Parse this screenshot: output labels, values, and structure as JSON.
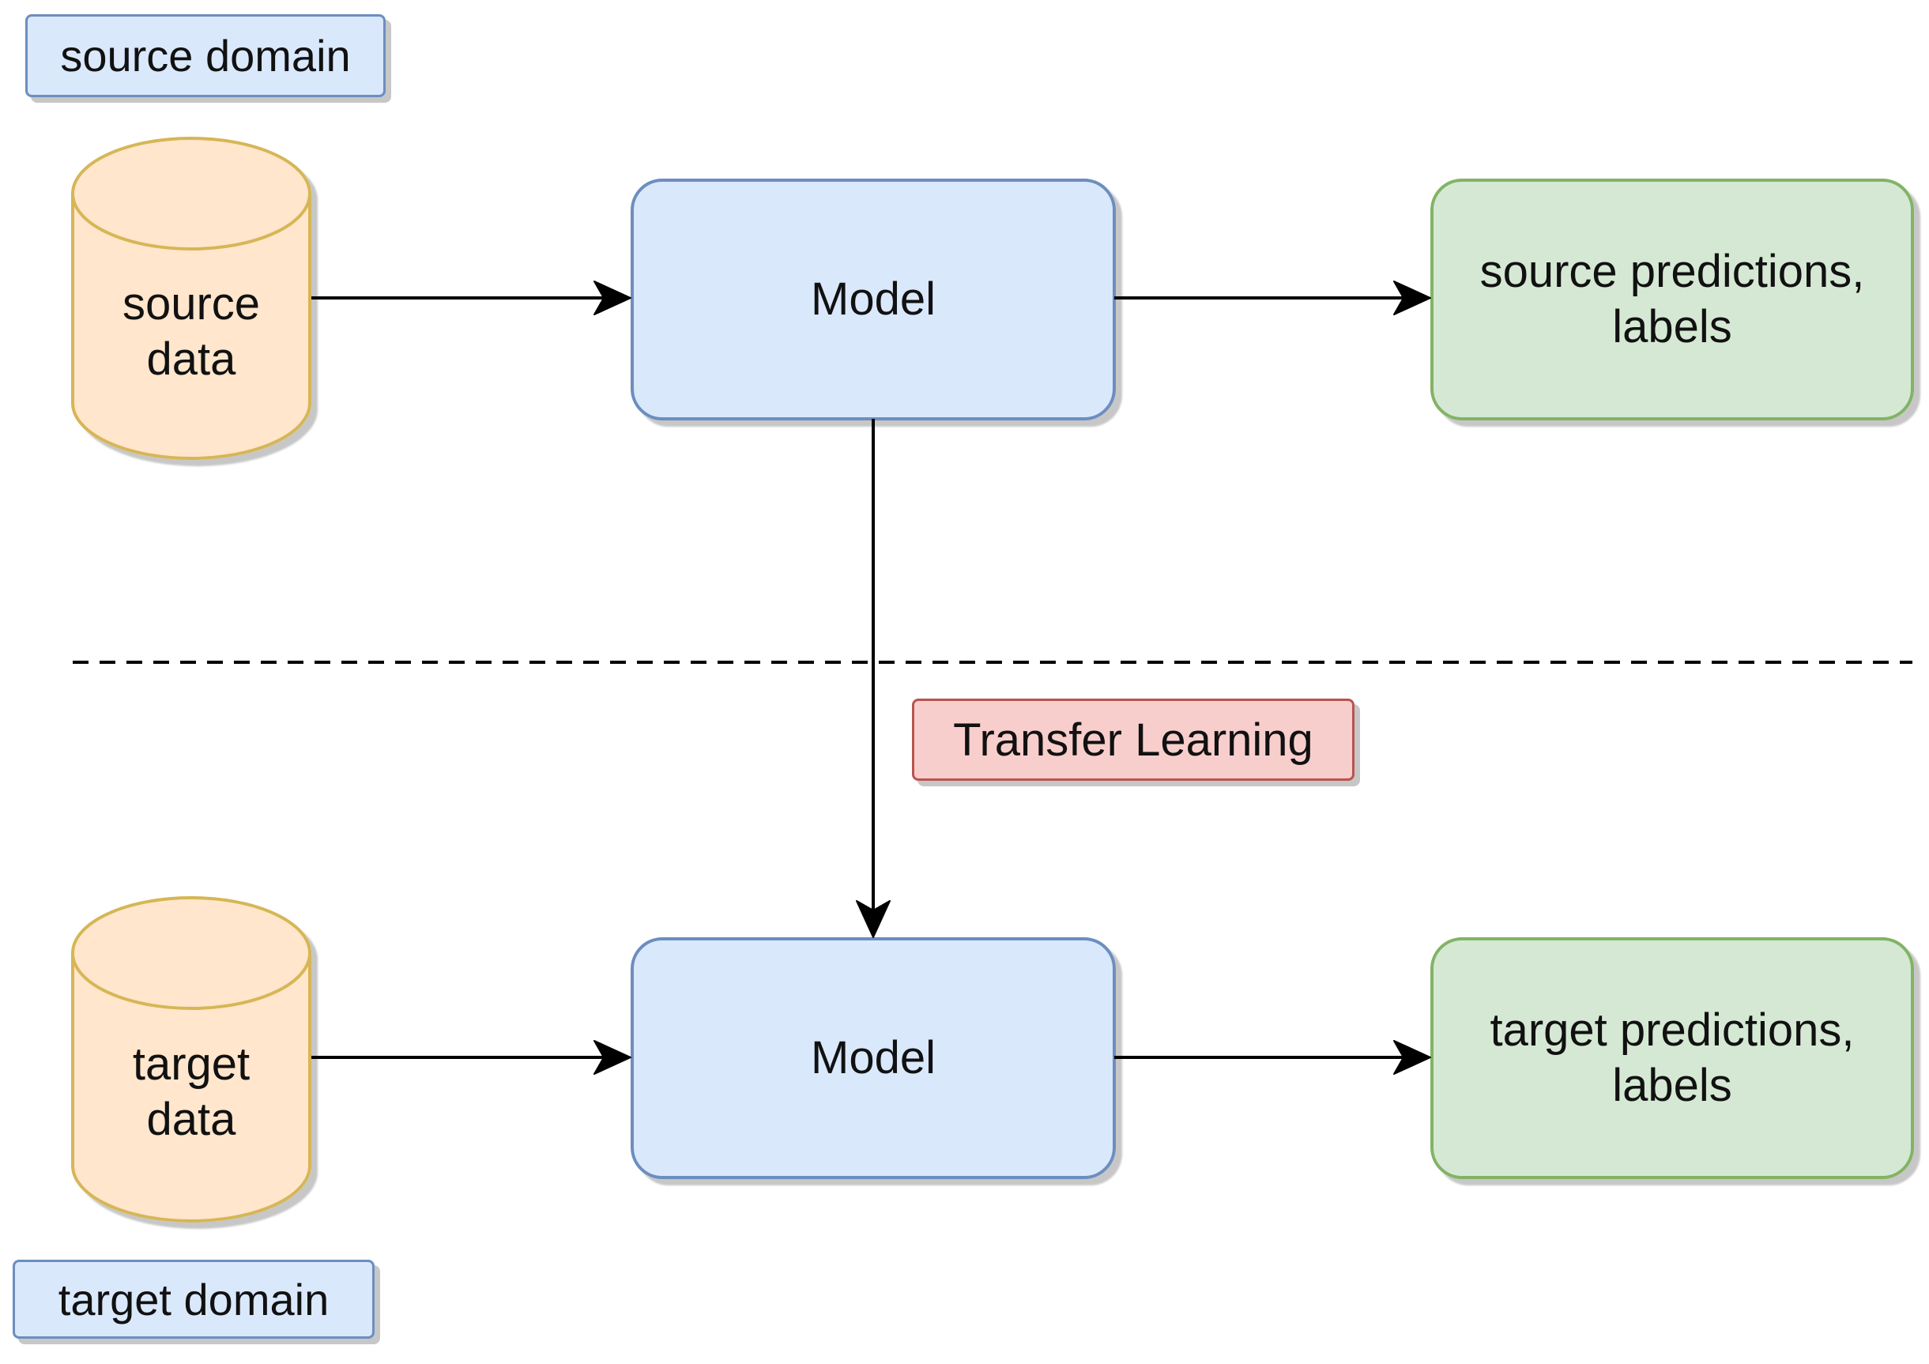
{
  "labels": {
    "source_domain": "source domain",
    "target_domain": "target domain",
    "transfer_learning": "Transfer Learning"
  },
  "source_row": {
    "data": "source\ndata",
    "model": "Model",
    "output": "source predictions,\nlabels"
  },
  "target_row": {
    "data": "target\ndata",
    "model": "Model",
    "output": "target predictions,\nlabels"
  },
  "colors": {
    "cylinder_fill": "#ffe6cc",
    "cylinder_stroke": "#d6b656",
    "model_fill": "#dae8fc",
    "model_stroke": "#6c8ebf",
    "output_fill": "#d5e8d4",
    "output_stroke": "#82b366",
    "transfer_fill": "#f8cecc",
    "transfer_stroke": "#b85450",
    "edge": "#000000"
  }
}
